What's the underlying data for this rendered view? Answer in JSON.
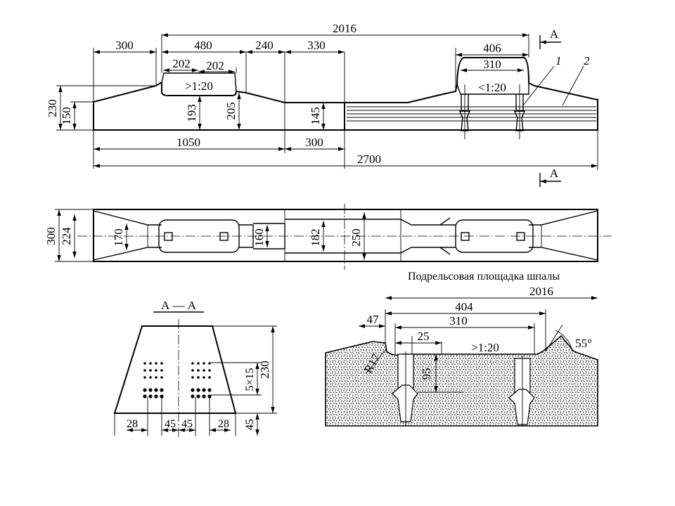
{
  "top_view": {
    "dim_2016": "2016",
    "dim_300_left": "300",
    "dim_480": "480",
    "dim_240": "240",
    "dim_330": "330",
    "dim_406": "406",
    "dim_202_a": "202",
    "dim_202_b": "202",
    "dim_310": "310",
    "slope_left": ">1:20",
    "slope_right": "<1:20",
    "dim_230": "230",
    "dim_150": "150",
    "dim_193": "193",
    "dim_205": "205",
    "dim_145": "145",
    "dim_1050": "1050",
    "dim_300_bottom": "300",
    "dim_2700": "2700",
    "section_mark_top": "А",
    "section_mark_bottom": "А",
    "callout_1": "1",
    "callout_2": "2"
  },
  "plan_view": {
    "dim_300": "300",
    "dim_224": "224",
    "dim_170": "170",
    "dim_160": "160",
    "dim_182": "182",
    "dim_250": "250"
  },
  "section_view": {
    "title": "А — А",
    "dim_28_left": "28",
    "dim_45_a": "45",
    "dim_45_b": "45",
    "dim_28_right": "28",
    "dim_5x15": "5×15",
    "dim_230": "230",
    "dim_45_right": "45"
  },
  "detail_view": {
    "caption": "Подрельсовая площадка шпалы",
    "dim_2016": "2016",
    "dim_404": "404",
    "dim_47": "47",
    "dim_310": "310",
    "dim_25": "25",
    "slope": ">1:20",
    "dim_R17": "R17",
    "dim_95": "95",
    "angle_55": "55°"
  }
}
